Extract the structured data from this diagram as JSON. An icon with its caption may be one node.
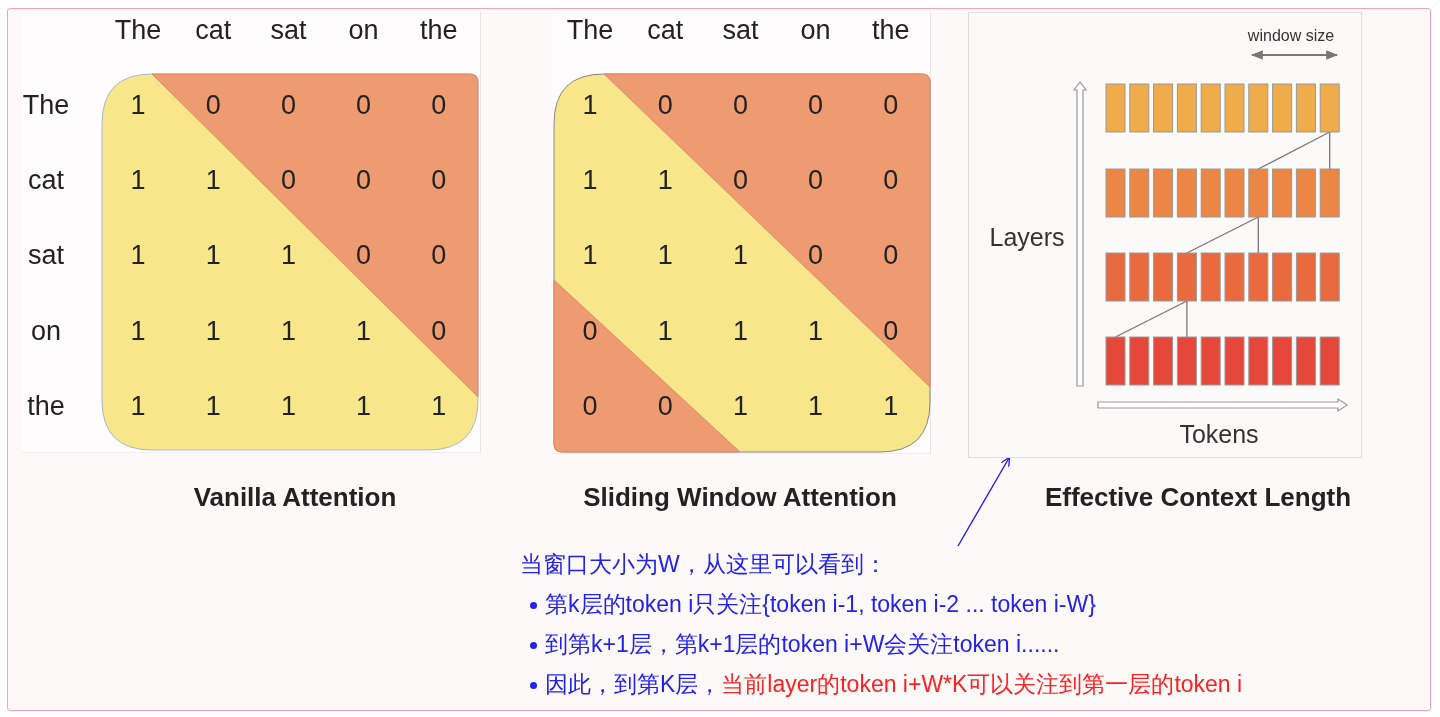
{
  "diagram": {
    "nodes": [
      {
        "text": [
          "window size",
          "Layers",
          "Tokens"
        ],
        "beside": [
          "Effective Context Length"
        ]
      },
      {
        "text": [
          "当窗口大小为W，从这里可以看到：",
          "第k层的token i只关注{token i-1, token i-2 ... token i-W}",
          "到第k+1层，第k+1层的token i+W会关注token i......",
          "因此，到第K层，",
          "当前layer的token i+W*K可以关注到第一层的token i"
        ]
      }
    ],
    "edges": [
      {
        "from": 1,
        "to": 0,
        "arrow": "to"
      }
    ],
    "labels": [
      "The",
      "cat",
      "sat",
      "on",
      "the",
      "The",
      "1",
      "0",
      "0",
      "0",
      "0",
      "cat",
      "1",
      "1",
      "0",
      "0",
      "0",
      "sat",
      "1",
      "1",
      "1",
      "0",
      "0",
      "on",
      "1",
      "1",
      "1",
      "1",
      "0",
      "the",
      "1",
      "1",
      "1",
      "1",
      "1",
      "The",
      "cat",
      "sat",
      "on",
      "the",
      "1",
      "0",
      "0",
      "0",
      "0",
      "1",
      "1",
      "0",
      "0",
      "0",
      "1",
      "1",
      "1",
      "0",
      "0",
      "0",
      "1",
      "1",
      "1",
      "0",
      "0",
      "0",
      "1",
      "1",
      "1",
      "Vanilla Attention",
      "Sliding Window Attention"
    ]
  }
}
